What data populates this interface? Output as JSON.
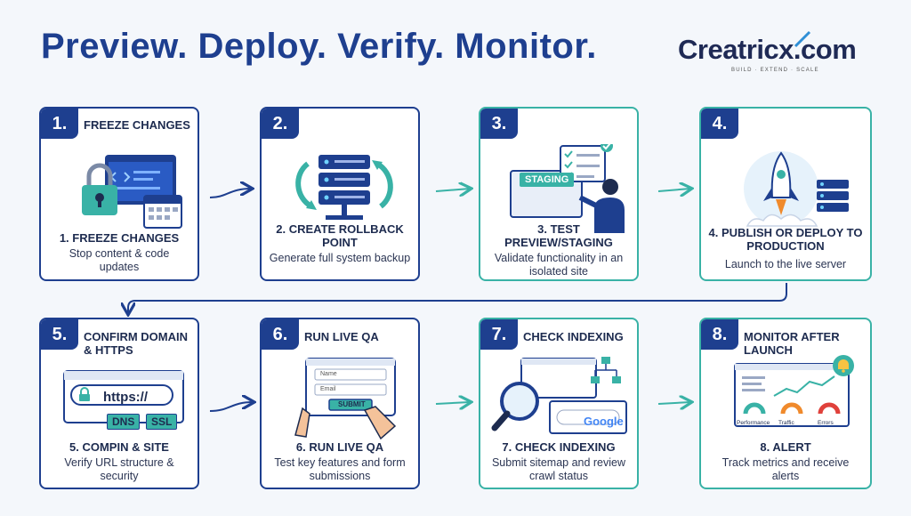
{
  "header": {
    "title": "Preview. Deploy. Verify. Monitor."
  },
  "logo": {
    "text": "Creatricx.com",
    "tagline": "BUILD · EXTEND · SCALE"
  },
  "steps": [
    {
      "number": "1.",
      "heading": "FREEZE CHANGES",
      "title": "1. FREEZE CHANGES",
      "description": "Stop content & code updates"
    },
    {
      "number": "2.",
      "heading": "",
      "title": "2. CREATE ROLLBACK POINT",
      "description": "Generate full system backup"
    },
    {
      "number": "3.",
      "heading": "",
      "title": "3. TEST PREVIEW/STAGING",
      "description": "Validate functionality in an isolated site",
      "illus_label": "STAGING"
    },
    {
      "number": "4.",
      "heading": "",
      "title": "4. PUBLISH OR DEPLOY TO PRODUCTION",
      "description": "Launch to the live server"
    },
    {
      "number": "5.",
      "heading": "CONFIRM DOMAIN & HTTPS",
      "title": "5. COMPIN & SITE",
      "description": "Verify URL structure & security",
      "illus_url": "https://",
      "illus_tags": [
        "DNS",
        "SSL"
      ]
    },
    {
      "number": "6.",
      "heading": "RUN LIVE QA",
      "title": "6. RUN LIVE QA",
      "description": "Test key features and form submissions",
      "illus_fields": [
        "Name",
        "Email"
      ],
      "illus_button": "SUBMIT"
    },
    {
      "number": "7.",
      "heading": "CHECK INDEXING",
      "title": "7. CHECK INDEXING",
      "description": "Submit sitemap and review crawl status",
      "illus_search": "Google"
    },
    {
      "number": "8.",
      "heading": "MONITOR AFTER LAUNCH",
      "title": "8. ALERT",
      "description": "Track metrics and receive alerts",
      "illus_gauges": [
        "Performance",
        "Traffic",
        "Errors"
      ]
    }
  ],
  "colors": {
    "navy": "#1e3f8f",
    "teal": "#39b2a6",
    "background": "#f4f7fb"
  }
}
